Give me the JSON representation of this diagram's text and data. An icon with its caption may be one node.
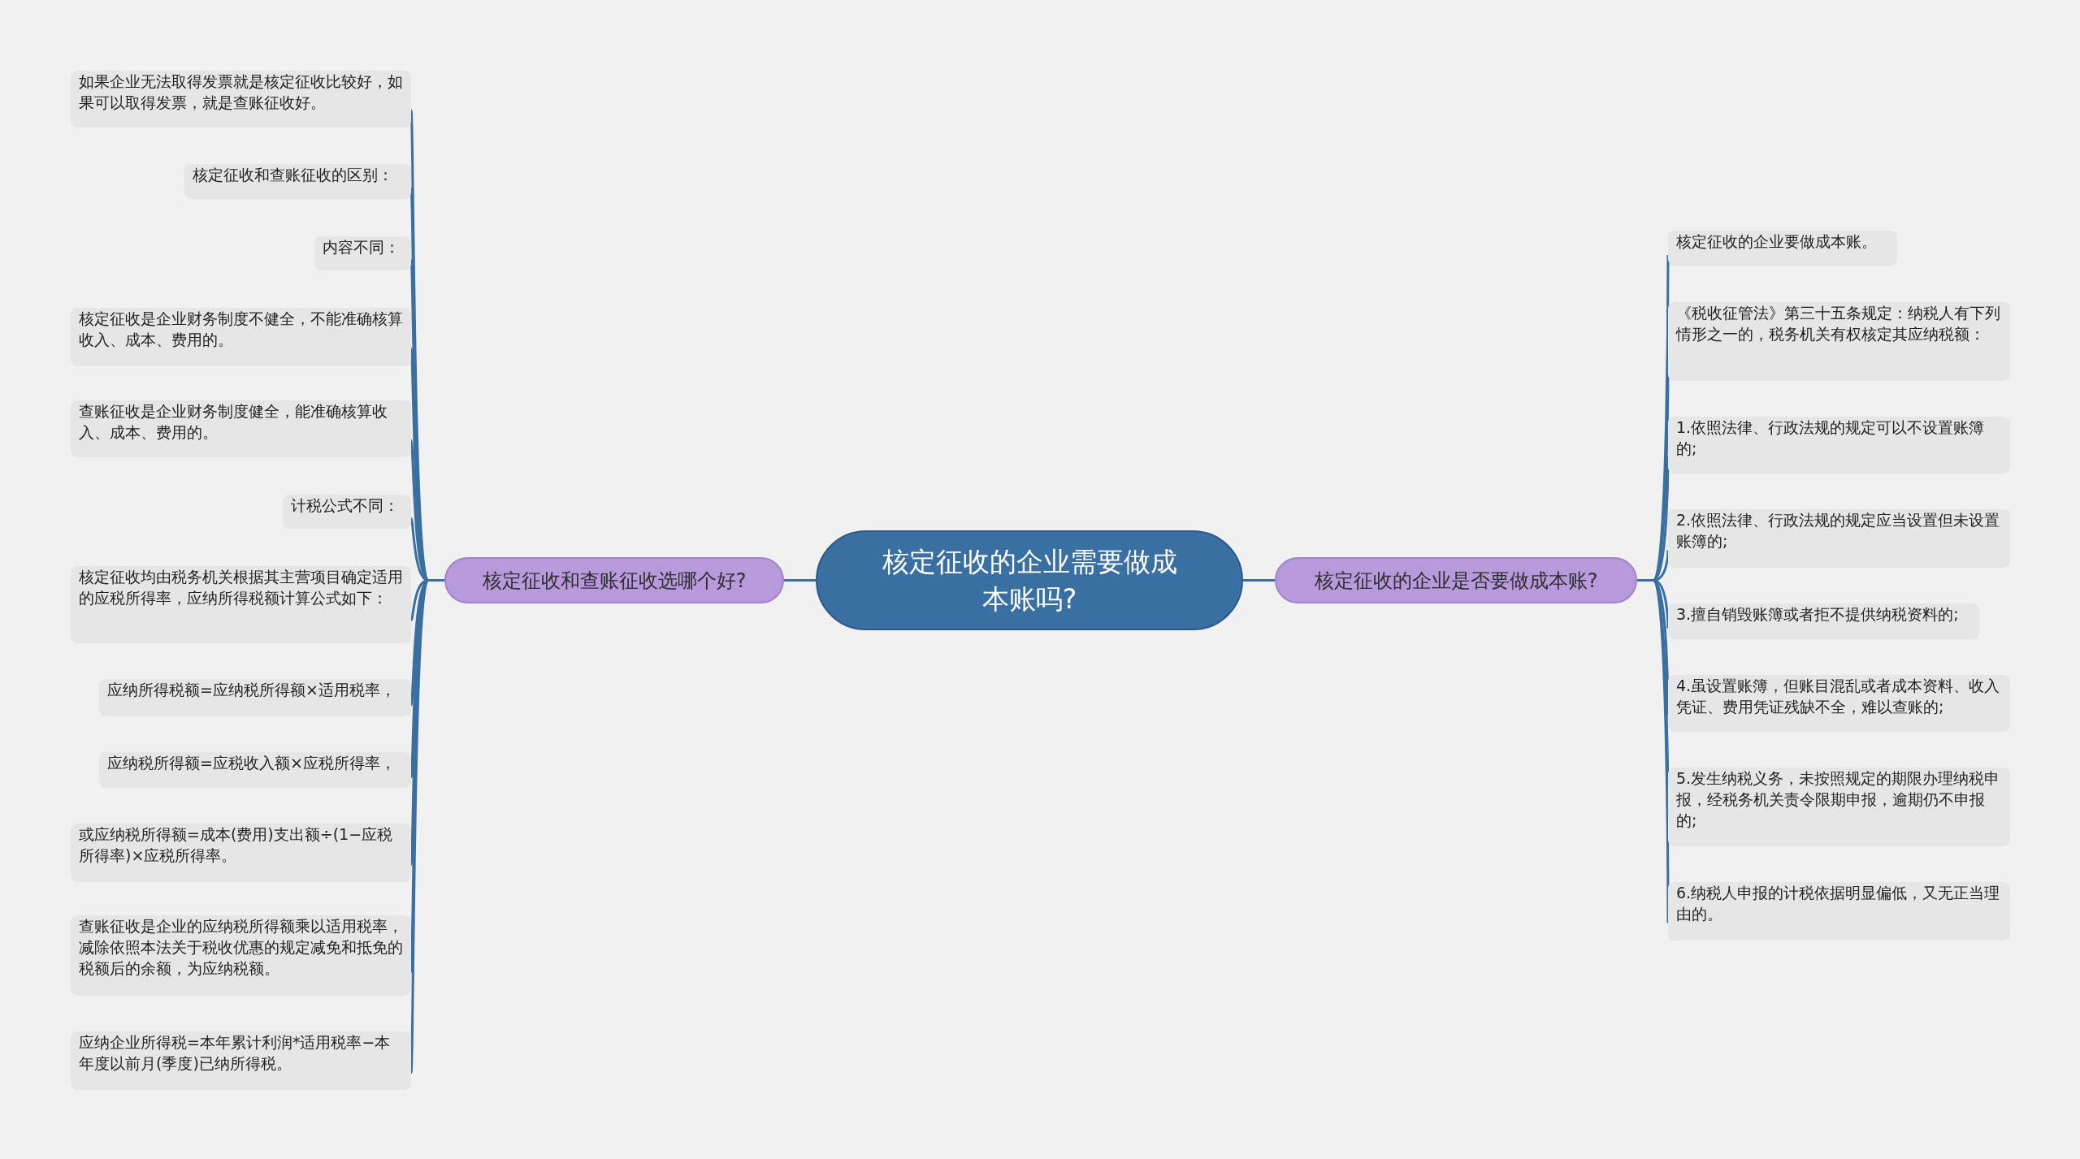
{
  "diagram": {
    "nodes": [
      {
        "text": [
          "核定征收的企业需要做成本账吗?"
        ]
      },
      {
        "text": [
          "核定征收和查账征收选哪个好?"
        ]
      },
      {
        "text": [
          "如果企业无法取得发票就是核定征收比较好，如果可以取得发票，就是查账征收好。"
        ]
      },
      {
        "text": [
          "核定征收和查账征收的区别："
        ]
      },
      {
        "text": [
          "内容不同："
        ]
      },
      {
        "text": [
          "核定征收是企业财务制度不健全，不能准确核算收入、成本、费用的。"
        ]
      },
      {
        "text": [
          "查账征收是企业财务制度健全，能准确核算收入、成本、费用的。"
        ]
      },
      {
        "text": [
          "计税公式不同："
        ]
      },
      {
        "text": [
          "核定征收均由税务机关根据其主营项目确定适用的应税所得率，应纳所得税额计算公式如下："
        ]
      },
      {
        "text": [
          "应纳所得税额=应纳税所得额×适用税率，"
        ]
      },
      {
        "text": [
          "应纳税所得额=应税收入额×应税所得率，"
        ]
      },
      {
        "text": [
          "或应纳税所得额=成本(费用)支出额÷(1−应税所得率)×应税所得率。"
        ]
      },
      {
        "text": [
          "查账征收是企业的应纳税所得额乘以适用税率，减除依照本法关于税收优惠的规定减免和抵免的税额后的余额，为应纳税额。"
        ]
      },
      {
        "text": [
          "应纳企业所得税=本年累计利润*适用税率−本年度以前月(季度)已纳所得税。"
        ]
      },
      {
        "text": [
          "核定征收的企业是否要做成本账?"
        ]
      },
      {
        "text": [
          "核定征收的企业要做成本账。"
        ]
      },
      {
        "text": [
          "《税收征管法》第三十五条规定：纳税人有下列情形之一的，税务机关有权核定其应纳税额："
        ]
      },
      {
        "text": [
          "1.依照法律、行政法规的规定可以不设置账簿的;"
        ]
      },
      {
        "text": [
          "2.依照法律、行政法规的规定应当设置但未设置账簿的;"
        ]
      },
      {
        "text": [
          "3.擅自销毁账簿或者拒不提供纳税资料的;"
        ]
      },
      {
        "text": [
          "4.虽设置账簿，但账目混乱或者成本资料、收入凭证、费用凭证残缺不全，难以查账的;"
        ]
      },
      {
        "text": [
          "5.发生纳税义务，未按照规定的期限办理纳税申报，经税务机关责令限期申报，逾期仍不申报的;"
        ]
      },
      {
        "text": [
          "6.纳税人申报的计税依据明显偏低，又无正当理由的。"
        ]
      }
    ],
    "edges": [
      {
        "from": 0,
        "to": 1,
        "arrow": "none"
      },
      {
        "from": 1,
        "to": 2,
        "arrow": "none"
      },
      {
        "from": 1,
        "to": 3,
        "arrow": "none"
      },
      {
        "from": 1,
        "to": 4,
        "arrow": "none"
      },
      {
        "from": 1,
        "to": 5,
        "arrow": "none"
      },
      {
        "from": 1,
        "to": 6,
        "arrow": "none"
      },
      {
        "from": 1,
        "to": 7,
        "arrow": "none"
      },
      {
        "from": 1,
        "to": 8,
        "arrow": "none"
      },
      {
        "from": 1,
        "to": 9,
        "arrow": "none"
      },
      {
        "from": 1,
        "to": 10,
        "arrow": "none"
      },
      {
        "from": 1,
        "to": 11,
        "arrow": "none"
      },
      {
        "from": 1,
        "to": 12,
        "arrow": "none"
      },
      {
        "from": 1,
        "to": 13,
        "arrow": "none"
      },
      {
        "from": 0,
        "to": 14,
        "arrow": "none"
      },
      {
        "from": 14,
        "to": 15,
        "arrow": "none"
      },
      {
        "from": 14,
        "to": 16,
        "arrow": "none"
      },
      {
        "from": 14,
        "to": 17,
        "arrow": "none"
      },
      {
        "from": 14,
        "to": 18,
        "arrow": "none"
      },
      {
        "from": 14,
        "to": 19,
        "arrow": "none"
      },
      {
        "from": 14,
        "to": 20,
        "arrow": "none"
      },
      {
        "from": 14,
        "to": 21,
        "arrow": "none"
      },
      {
        "from": 14,
        "to": 22,
        "arrow": "none"
      }
    ]
  }
}
